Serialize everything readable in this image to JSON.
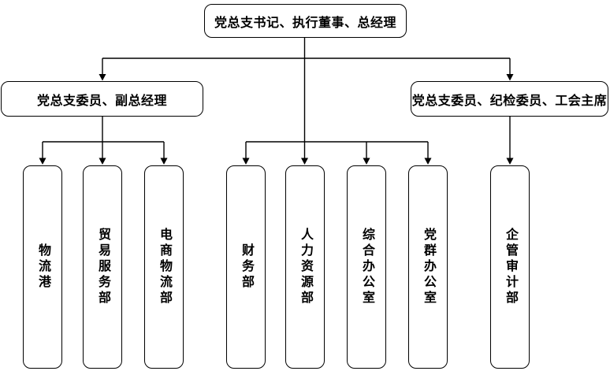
{
  "diagram": {
    "type": "org-chart",
    "root": {
      "label": "党总支书记、执行董事、总经理"
    },
    "branches": [
      {
        "label": "党总支委员、副总经理"
      },
      {
        "label": "党总支委员、纪检委员、工会主席"
      }
    ],
    "departments": [
      {
        "label": "物流港"
      },
      {
        "label": "贸易服务部"
      },
      {
        "label": "电商物流部"
      },
      {
        "label": "财务部"
      },
      {
        "label": "人力资源部"
      },
      {
        "label": "综合办公室"
      },
      {
        "label": "党群办公室"
      },
      {
        "label": "企管审计部"
      }
    ],
    "colors": {
      "background": "#ffffff",
      "line": "#000000",
      "box_border": "#000000",
      "box_fill": "#ffffff",
      "text": "#000000"
    }
  }
}
